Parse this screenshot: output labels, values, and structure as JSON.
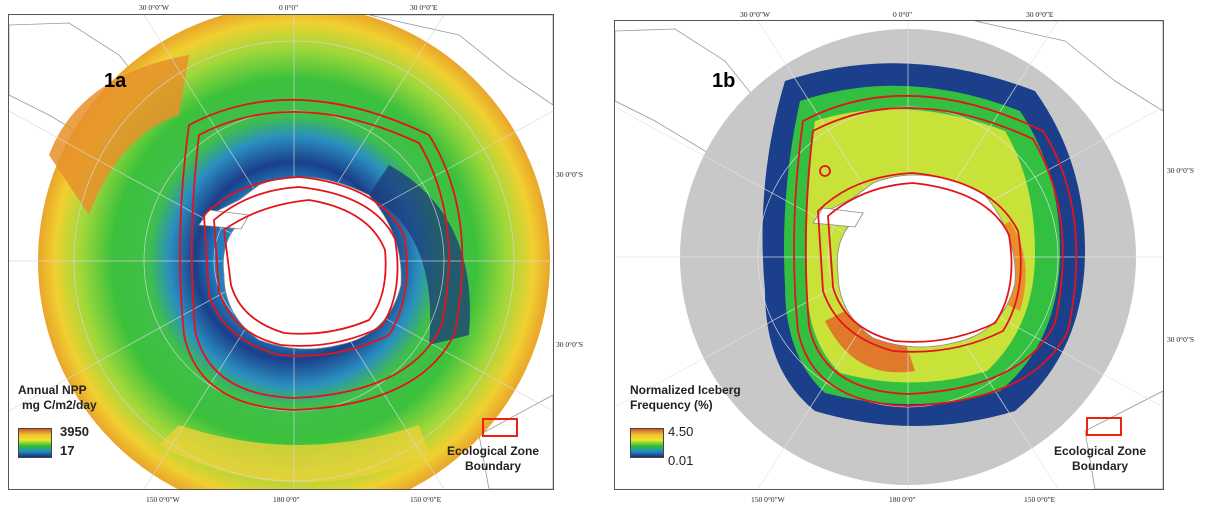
{
  "panels": [
    {
      "label": "1a",
      "ticks": {
        "top_left": "30  0°0\"W",
        "top_center": "0  0°0\"",
        "top_right": "30  0°0\"E",
        "right_upper": "30  0°0\"S",
        "right_lower": "30  0°0\"S",
        "bottom_left": "150  0°0\"W",
        "bottom_center": "180  0°0\"",
        "bottom_right": "150  0°0\"E"
      },
      "legend": {
        "title_line1": "Annual NPP",
        "title_line2": "mg C/m2/day",
        "max": "3950",
        "min": "17"
      },
      "zone": {
        "line1": "Ecological Zone",
        "line2": "Boundary"
      }
    },
    {
      "label": "1b",
      "ticks": {
        "top_left": "30  0°0\"W",
        "top_center": "0  0°0\"",
        "top_right": "30  0°0\"E",
        "right_upper": "30  0°0\"S",
        "right_lower": "30  0°0\"S",
        "bottom_left": "150  0°0\"W",
        "bottom_center": "180  0°0\"",
        "bottom_right": "150  0°0\"E"
      },
      "legend": {
        "title_line1": "Normalized Iceberg",
        "title_line2": "Frequency (%)",
        "max": "4.50",
        "min": "0.01"
      },
      "zone": {
        "line1": "Ecological Zone",
        "line2": "Boundary"
      }
    }
  ],
  "colors": {
    "boundary": "#e3141b",
    "ramp": [
      "#d5552a",
      "#f0c030",
      "#e8e82a",
      "#2fbf3a",
      "#1f8fc4",
      "#1b2f7a"
    ],
    "no_data_gray": "#c8c8c8",
    "land_outline": "#9a9a9a",
    "grid": "#d8d8d8"
  }
}
